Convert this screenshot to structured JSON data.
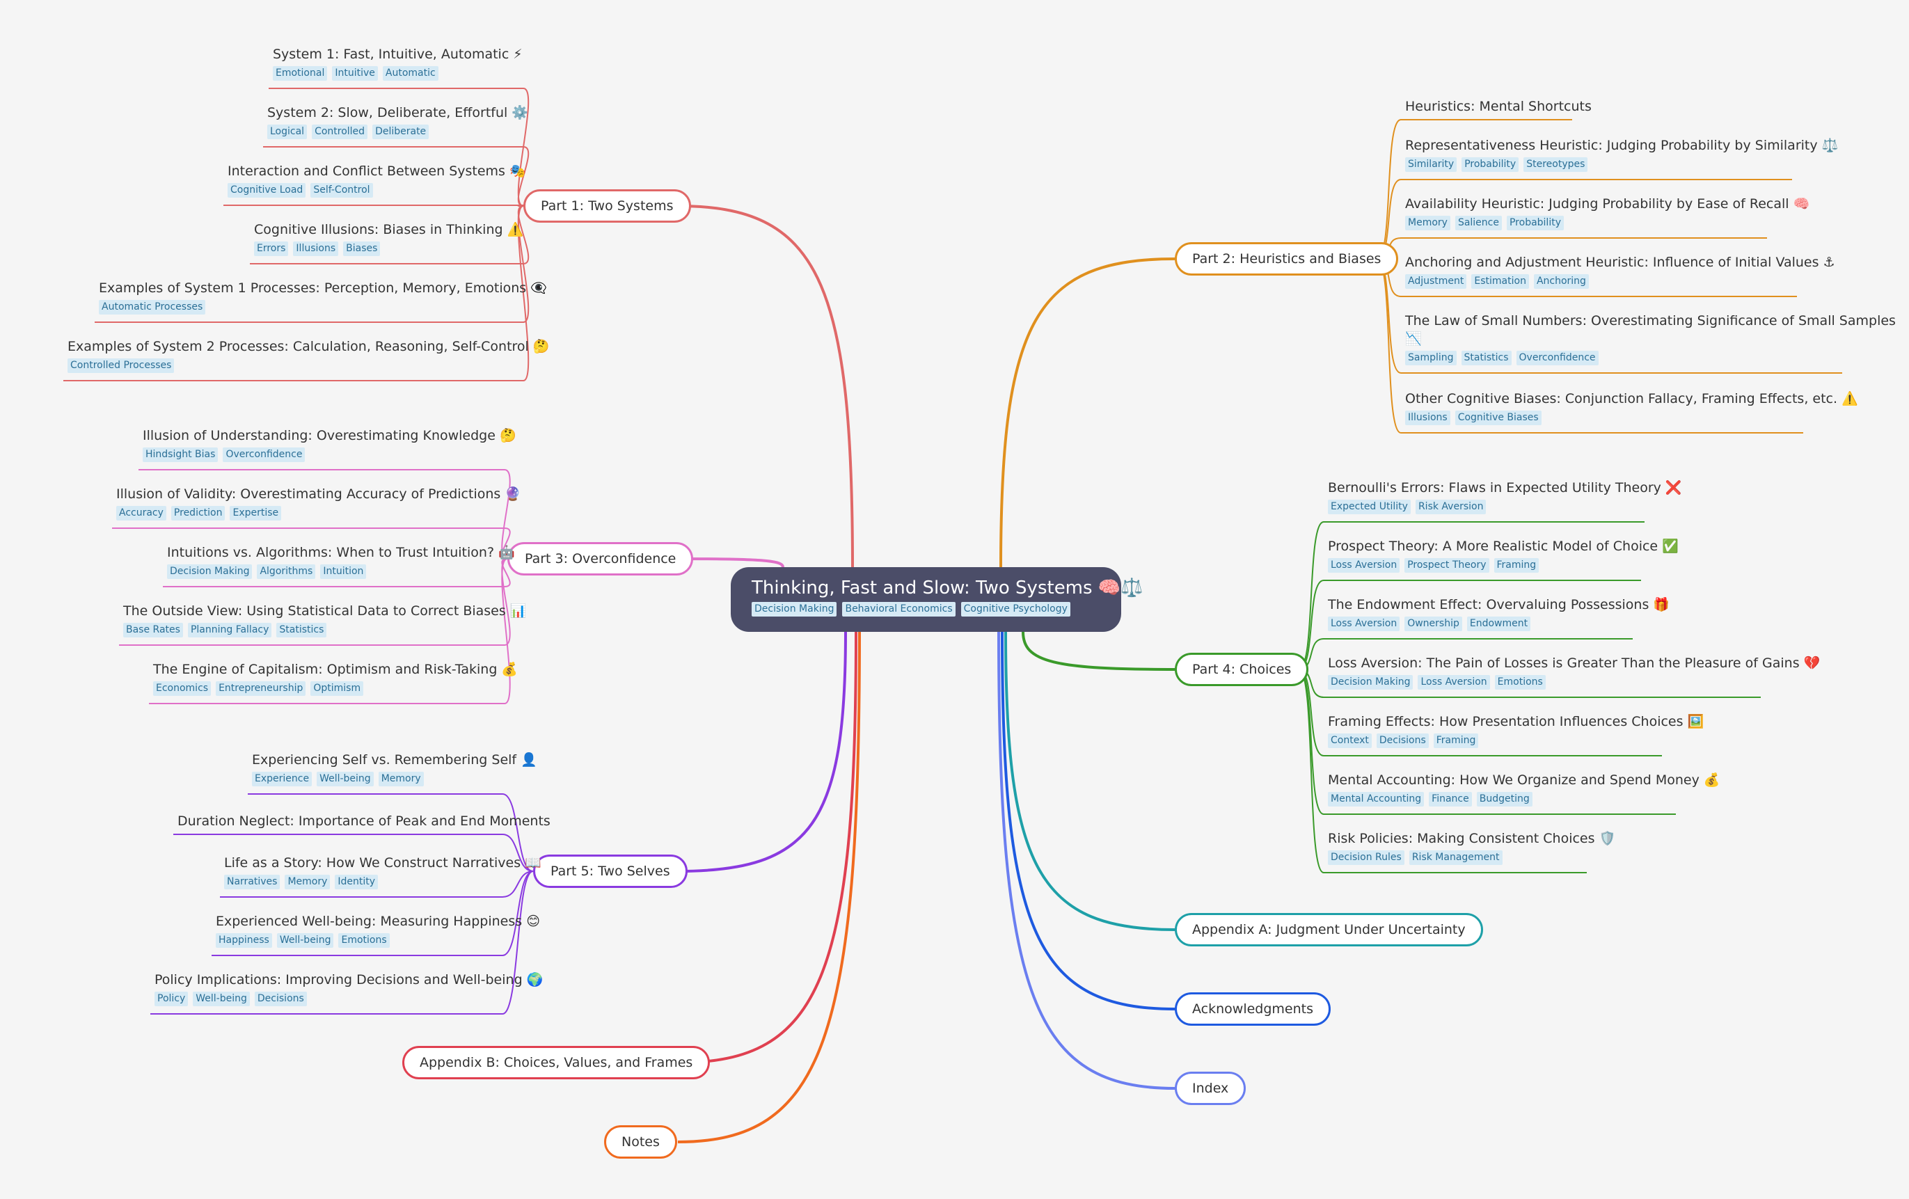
{
  "root": {
    "title": "Thinking, Fast and Slow: Two Systems 🧠⚖️",
    "tags": [
      "Decision Making",
      "Behavioral Economics",
      "Cognitive Psychology"
    ]
  },
  "branches": [
    {
      "id": "part1",
      "label": "Part 1: Two Systems",
      "color": "#e06868",
      "children": [
        {
          "title": "System 1: Fast, Intuitive, Automatic ⚡",
          "tags": [
            "Emotional",
            "Intuitive",
            "Automatic"
          ]
        },
        {
          "title": "System 2: Slow, Deliberate, Effortful ⚙️",
          "tags": [
            "Logical",
            "Controlled",
            "Deliberate"
          ]
        },
        {
          "title": "Interaction and Conflict Between Systems 🎭",
          "tags": [
            "Cognitive Load",
            "Self-Control"
          ]
        },
        {
          "title": "Cognitive Illusions: Biases in Thinking ⚠️",
          "tags": [
            "Errors",
            "Illusions",
            "Biases"
          ]
        },
        {
          "title": "Examples of System 1 Processes: Perception, Memory, Emotions 👁️‍🗨️",
          "tags": [
            "Automatic Processes"
          ]
        },
        {
          "title": "Examples of System 2 Processes: Calculation, Reasoning, Self-Control 🤔",
          "tags": [
            "Controlled Processes"
          ]
        }
      ]
    },
    {
      "id": "part2",
      "label": "Part 2: Heuristics and Biases",
      "color": "#e0901e",
      "children": [
        {
          "title": "Heuristics: Mental Shortcuts",
          "tags": []
        },
        {
          "title": "Representativeness Heuristic: Judging Probability by Similarity ⚖️",
          "tags": [
            "Similarity",
            "Probability",
            "Stereotypes"
          ]
        },
        {
          "title": "Availability Heuristic: Judging Probability by Ease of Recall 🧠",
          "tags": [
            "Memory",
            "Salience",
            "Probability"
          ]
        },
        {
          "title": "Anchoring and Adjustment Heuristic: Influence of Initial Values ⚓",
          "tags": [
            "Adjustment",
            "Estimation",
            "Anchoring"
          ]
        },
        {
          "title": "The Law of Small Numbers: Overestimating Significance of Small Samples",
          "title2": "📉",
          "tags": [
            "Sampling",
            "Statistics",
            "Overconfidence"
          ]
        },
        {
          "title": "Other Cognitive Biases: Conjunction Fallacy, Framing Effects, etc. ⚠️",
          "tags": [
            "Illusions",
            "Cognitive Biases"
          ]
        }
      ]
    },
    {
      "id": "part3",
      "label": "Part 3: Overconfidence",
      "color": "#e070c8",
      "children": [
        {
          "title": "Illusion of Understanding: Overestimating Knowledge 🤔",
          "tags": [
            "Hindsight Bias",
            "Overconfidence"
          ]
        },
        {
          "title": "Illusion of Validity: Overestimating Accuracy of Predictions 🔮",
          "tags": [
            "Accuracy",
            "Prediction",
            "Expertise"
          ]
        },
        {
          "title": "Intuitions vs. Algorithms: When to Trust Intuition? 🤖",
          "tags": [
            "Decision Making",
            "Algorithms",
            "Intuition"
          ]
        },
        {
          "title": "The Outside View: Using Statistical Data to Correct Biases 📊",
          "tags": [
            "Base Rates",
            "Planning Fallacy",
            "Statistics"
          ]
        },
        {
          "title": "The Engine of Capitalism: Optimism and Risk-Taking 💰",
          "tags": [
            "Economics",
            "Entrepreneurship",
            "Optimism"
          ]
        }
      ]
    },
    {
      "id": "part4",
      "label": "Part 4: Choices",
      "color": "#3a9a2a",
      "children": [
        {
          "title": "Bernoulli's Errors: Flaws in Expected Utility Theory ❌",
          "tags": [
            "Expected Utility",
            "Risk Aversion"
          ]
        },
        {
          "title": "Prospect Theory: A More Realistic Model of Choice ✅",
          "tags": [
            "Loss Aversion",
            "Prospect Theory",
            "Framing"
          ]
        },
        {
          "title": "The Endowment Effect: Overvaluing Possessions 🎁",
          "tags": [
            "Loss Aversion",
            "Ownership",
            "Endowment"
          ]
        },
        {
          "title": "Loss Aversion: The Pain of Losses is Greater Than the Pleasure of Gains 💔",
          "tags": [
            "Decision Making",
            "Loss Aversion",
            "Emotions"
          ]
        },
        {
          "title": "Framing Effects: How Presentation Influences Choices 🖼️",
          "tags": [
            "Context",
            "Decisions",
            "Framing"
          ]
        },
        {
          "title": "Mental Accounting: How We Organize and Spend Money 💰",
          "tags": [
            "Mental Accounting",
            "Finance",
            "Budgeting"
          ]
        },
        {
          "title": "Risk Policies: Making Consistent Choices 🛡️",
          "tags": [
            "Decision Rules",
            "Risk Management"
          ]
        }
      ]
    },
    {
      "id": "part5",
      "label": "Part 5: Two Selves",
      "color": "#8a3ae0",
      "children": [
        {
          "title": "Experiencing Self vs. Remembering Self 👤",
          "tags": [
            "Experience",
            "Well-being",
            "Memory"
          ]
        },
        {
          "title": "Duration Neglect: Importance of Peak and End Moments",
          "tags": []
        },
        {
          "title": "Life as a Story: How We Construct Narratives 📖",
          "tags": [
            "Narratives",
            "Memory",
            "Identity"
          ]
        },
        {
          "title": "Experienced Well-being: Measuring Happiness 😊",
          "tags": [
            "Happiness",
            "Well-being",
            "Emotions"
          ]
        },
        {
          "title": "Policy Implications: Improving Decisions and Well-being 🌍",
          "tags": [
            "Policy",
            "Well-being",
            "Decisions"
          ]
        }
      ]
    },
    {
      "id": "appA",
      "label": "Appendix A: Judgment Under Uncertainty",
      "color": "#1ea0a8",
      "children": []
    },
    {
      "id": "ack",
      "label": "Acknowledgments",
      "color": "#1e5ae0",
      "children": []
    },
    {
      "id": "index",
      "label": "Index",
      "color": "#6a7ef0",
      "children": []
    },
    {
      "id": "appB",
      "label": "Appendix B: Choices, Values, and Frames",
      "color": "#e04050",
      "children": []
    },
    {
      "id": "notes",
      "label": "Notes",
      "color": "#f06a1e",
      "children": []
    }
  ]
}
